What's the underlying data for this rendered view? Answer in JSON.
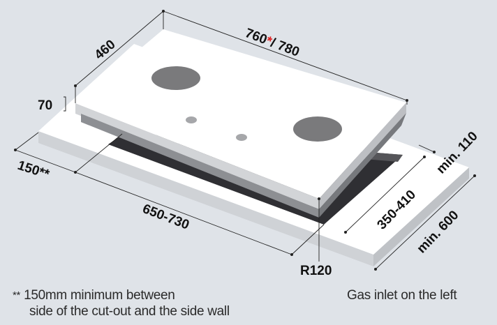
{
  "diagram": {
    "dimensions": {
      "depth": "460",
      "width_main": "760",
      "width_star": "*",
      "width_alt": "/ 780",
      "height": "70",
      "side_gap": "150**",
      "cutout_width": "650-730",
      "corner_radius": "R120",
      "cutout_depth": "350-410",
      "back_gap": "min. 110",
      "counter_depth": "min. 600"
    },
    "colors": {
      "background": "#dfe3e8",
      "accent": "#e02020",
      "cutout": "#2f2f33",
      "burner": "#7a7a7c"
    }
  },
  "notes": {
    "footnote_marker": "**",
    "footnote_line1": "150mm minimum between",
    "footnote_line2": "side of the cut-out and the side wall",
    "gas_inlet": "Gas inlet on the left"
  }
}
